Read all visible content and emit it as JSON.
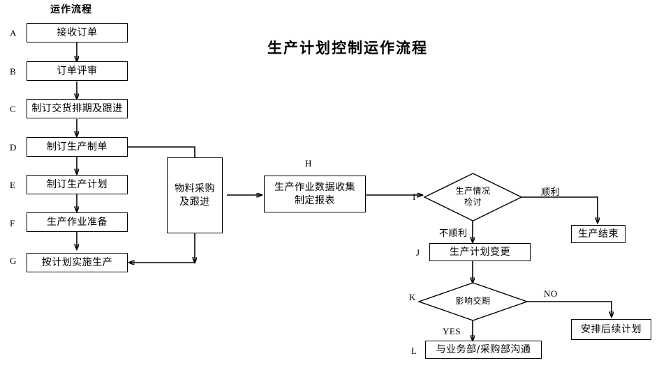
{
  "document": {
    "title": "生产计划控制运作流程",
    "section_header": "运作流程"
  },
  "left_column": {
    "steps": [
      {
        "letter": "A",
        "label": "接收订单"
      },
      {
        "letter": "B",
        "label": "订单评审"
      },
      {
        "letter": "C",
        "label": "制订交货排期及跟进"
      },
      {
        "letter": "D",
        "label": "制订生产制单"
      },
      {
        "letter": "E",
        "label": "制订生产计划"
      },
      {
        "letter": "F",
        "label": "生产作业准备"
      },
      {
        "letter": "G",
        "label": "按计划实施生产"
      }
    ]
  },
  "middle": {
    "material_box": "物料采购\n及跟进",
    "h_letter": "H",
    "h_box": "生产作业数据收集\n制定报表"
  },
  "right": {
    "i_letter": "I",
    "i_diamond": "生产情况\n检讨",
    "i_yes_label": "顺利",
    "i_no_label": "不顺利",
    "end_box": "生产结束",
    "j_letter": "J",
    "j_box": "生产计划变更",
    "k_letter": "K",
    "k_diamond": "影响交期",
    "k_no_label": "NO",
    "k_yes_label": "YES",
    "followup_box": "安排后续计划",
    "l_letter": "L",
    "l_box": "与业务部/采购部沟通"
  },
  "colors": {
    "stroke": "#000000",
    "fill": "#ffffff",
    "text": "#000000"
  }
}
